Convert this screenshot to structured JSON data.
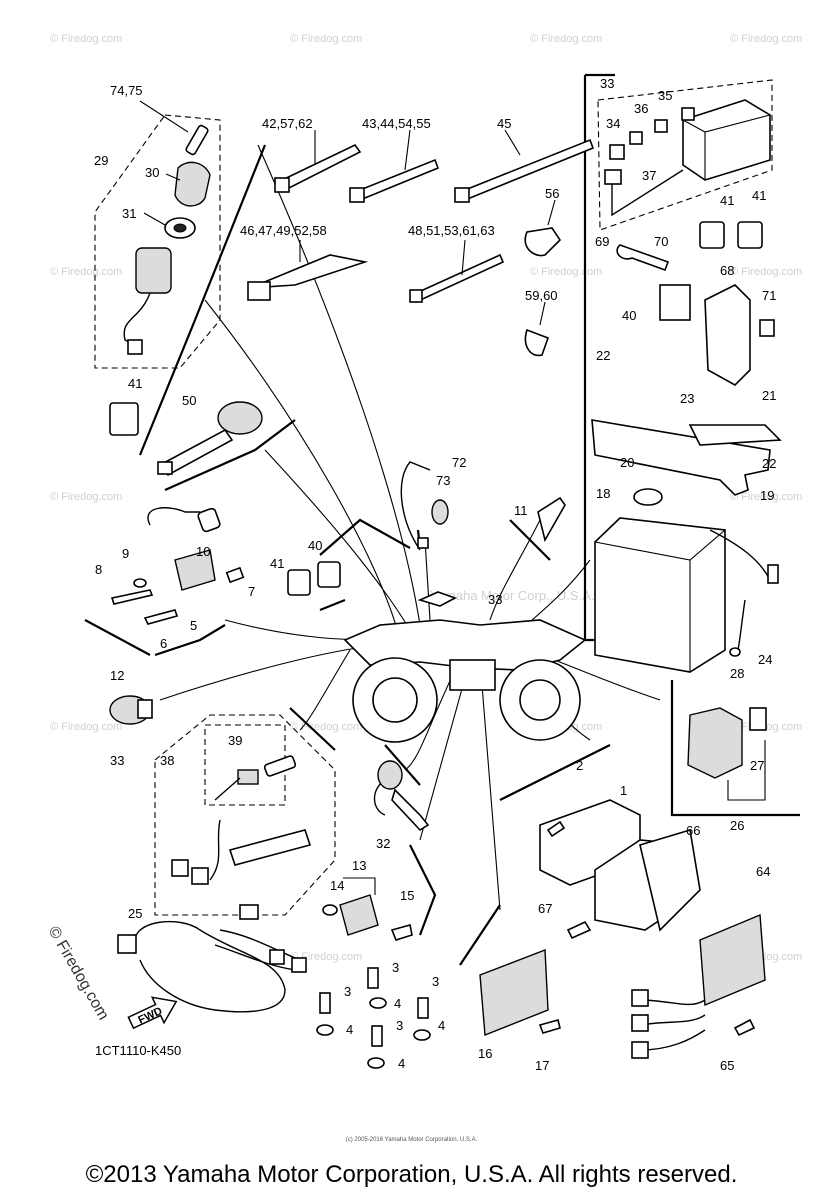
{
  "footer": {
    "copyright": "©2013 Yamaha Motor Corporation, U.S.A. All rights reserved.",
    "tiny_credit": "(c) 2005-2016 Yamaha Motor Corporation, U.S.A."
  },
  "diagram": {
    "code": "1CT1110-K450",
    "fwd_label": "FWD",
    "center_watermark": "Yamaha Motor Corp., U.S.A.",
    "watermark": "© Firedog.com",
    "corner_watermark": "© Firedog.com",
    "callouts": {
      "c74_75": "74,75",
      "c29": "29",
      "c30": "30",
      "c31": "31",
      "c41a": "41",
      "c42": "42,57,62",
      "c43": "43,44,54,55",
      "c45": "45",
      "c46": "46,47,49,52,58",
      "c48": "48,51,53,61,63",
      "c56": "56",
      "c59": "59,60",
      "c33a": "33",
      "c34": "34",
      "c35": "35",
      "c36": "36",
      "c37": "37",
      "c41b": "41",
      "c41c": "41",
      "c69": "69",
      "c70": "70",
      "c68": "68",
      "c40a": "40",
      "c71": "71",
      "c22a": "22",
      "c23": "23",
      "c21": "21",
      "c20": "20",
      "c22b": "22",
      "c18": "18",
      "c19": "19",
      "c24": "24",
      "c50": "50",
      "c72": "72",
      "c73": "73",
      "c11": "11",
      "c33b": "33",
      "c10": "10",
      "c9": "9",
      "c8": "8",
      "c7": "7",
      "c6": "6",
      "c5": "5",
      "c41d": "41",
      "c40b": "40",
      "c12": "12",
      "c33c": "33",
      "c38": "38",
      "c39": "39",
      "c28": "28",
      "c27": "27",
      "c26": "26",
      "c2": "2",
      "c1": "1",
      "c66": "66",
      "c32": "32",
      "c13": "13",
      "c14": "14",
      "c15": "15",
      "c25": "25",
      "c64": "64",
      "c67": "67",
      "c3a": "3",
      "c3b": "3",
      "c3c": "3",
      "c3d": "3",
      "c4a": "4",
      "c4b": "4",
      "c4c": "4",
      "c4d": "4",
      "c16": "16",
      "c17": "17",
      "c65": "65"
    }
  }
}
